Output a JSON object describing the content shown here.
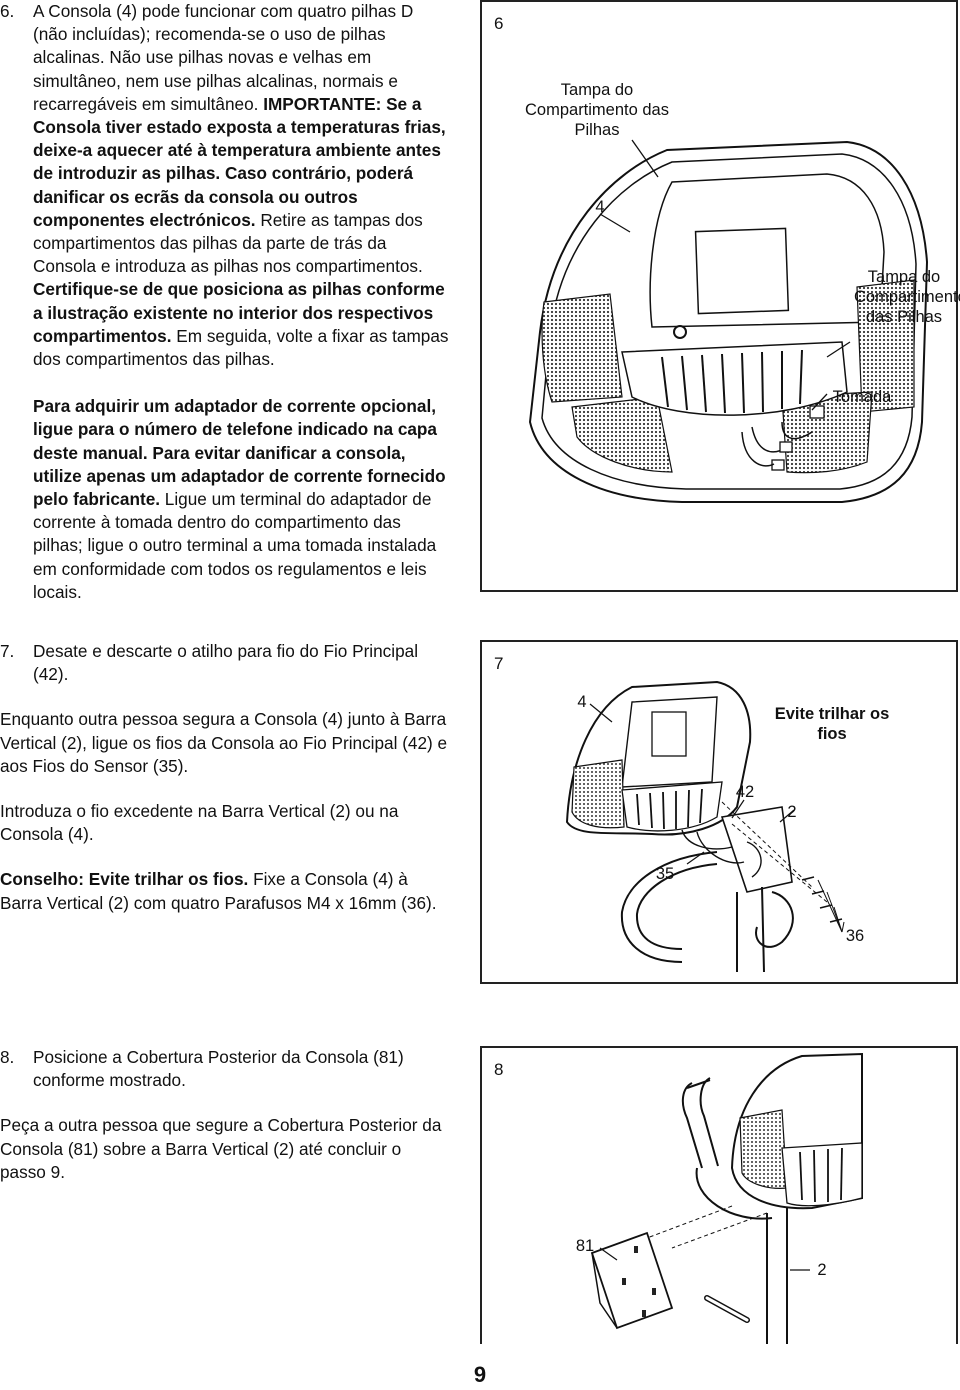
{
  "step6": {
    "number": "6.",
    "paragraph1": {
      "t1": "A Consola (4) pode funcionar com quatro pilhas D (não incluídas); recomenda-se o uso de pilhas alcalinas. Não use pilhas novas e velhas em simultâneo, nem use pilhas alcalinas, normais e recarregáveis em simultâneo. ",
      "b1": "IMPORTANTE: Se a Consola tiver estado exposta a temperaturas frias, deixe-a aquecer até à temperatura ambiente antes de introduzir as pilhas. Caso contrário, poderá danificar os ecrãs da consola ou outros componentes electrónicos.",
      "t2": " Retire as tampas dos compartimentos das pilhas da parte de trás da Consola e introduza as pilhas nos compartimentos. ",
      "b2": "Certifique-se de que posiciona as pilhas conforme a ilustração existente no interior dos respectivos compartimentos.",
      "t3": " Em seguida, volte a fixar as tampas dos compartimentos das pilhas."
    },
    "paragraph2": {
      "b1": "Para adquirir um adaptador de corrente opcional, ligue para o número de telefone indicado na capa deste manual. Para evitar danificar a consola, utilize apenas um adaptador de corrente fornecido pelo fabricante.",
      "t1": " Ligue um terminal do adaptador de corrente à tomada dentro do compartimento das pilhas; ligue o outro terminal a uma tomada instalada em conformidade com todos os regulamentos e leis locais."
    },
    "figure": {
      "number": "6",
      "label_cover_top": "Tampa do Compartimento das Pilhas",
      "label_part": "4",
      "label_cover_right": "Tampa do Compartimento das Pilhas",
      "label_socket": "Tomada"
    }
  },
  "step7": {
    "number": "7.",
    "line1": "Desate e descarte o atilho para fio do Fio Principal (42).",
    "line2": "Enquanto outra pessoa segura a Consola (4) junto à Barra Vertical (2), ligue os fios da Consola ao Fio Principal (42) e aos Fios do Sensor (35).",
    "line3": "Introduza o fio excedente na Barra Vertical (2) ou na Consola (4).",
    "tip_bold": "Conselho: Evite trilhar os fios.",
    "tip_rest": " Fixe a Consola (4) à Barra Vertical (2) com quatro Parafusos M4 x 16mm (36).",
    "figure": {
      "number": "7",
      "label_4": "4",
      "label_warning": "Evite trilhar os fios",
      "label_42": "42",
      "label_2": "2",
      "label_35": "35",
      "label_36": "36"
    }
  },
  "step8": {
    "number": "8.",
    "line1": "Posicione a Cobertura Posterior da Consola (81) conforme mostrado.",
    "line2": "Peça a outra pessoa que segure a Cobertura Posterior da Consola (81) sobre a Barra Vertical (2) até concluir o passo 9.",
    "figure": {
      "number": "8",
      "label_81": "81",
      "label_2": "2"
    }
  },
  "page_number": "9"
}
